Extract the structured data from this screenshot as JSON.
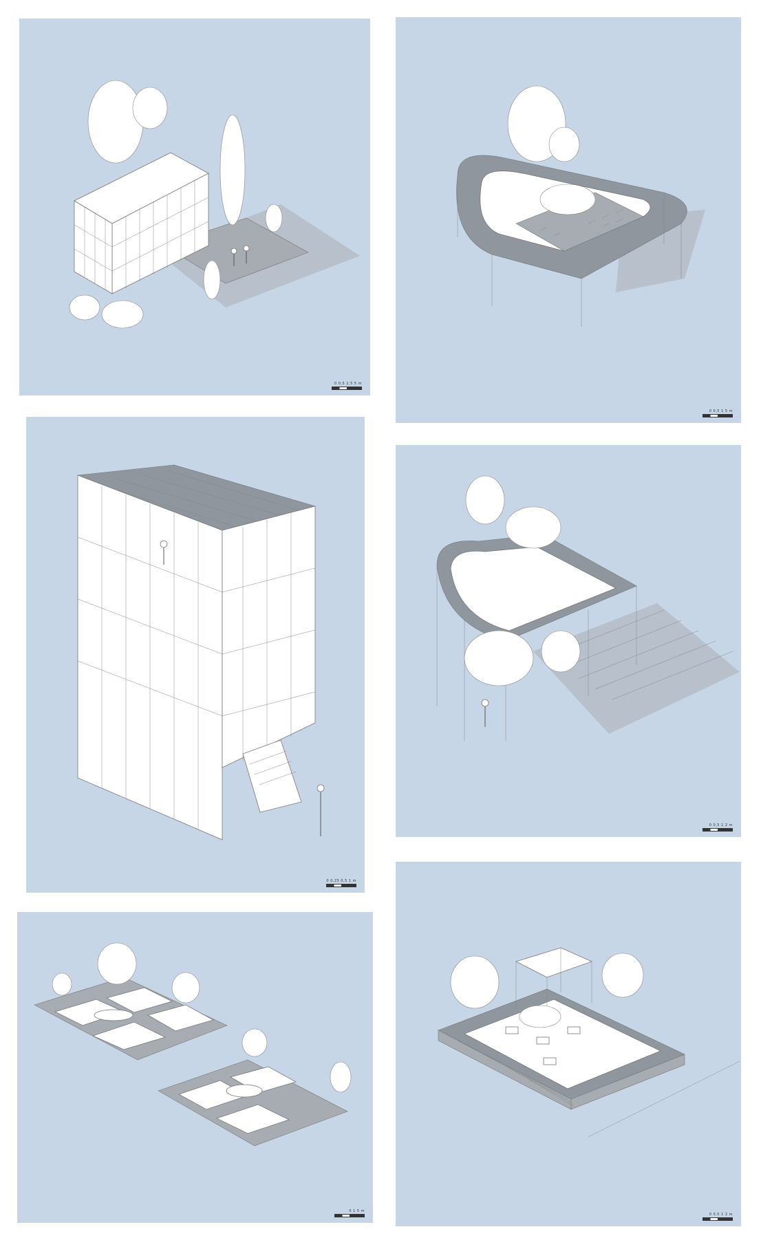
{
  "panels": [
    {
      "id": "panel-1",
      "scale_label": "0  0,5  2,5     5 m"
    },
    {
      "id": "panel-2",
      "scale_label": "0    0,5   1       5 m"
    },
    {
      "id": "panel-3",
      "scale_label": "0     0,25    0,5        1 m"
    },
    {
      "id": "panel-4",
      "scale_label": "0    0,5   1       2 m"
    },
    {
      "id": "panel-5",
      "scale_label": "0    1     5 m"
    },
    {
      "id": "panel-6",
      "scale_label": "0   0,5   1       2 m"
    }
  ],
  "colors": {
    "panel_background": "#c7d6e6",
    "page_background": "#ffffff",
    "structure": "#ffffff",
    "shadow": "#a6acb2"
  }
}
